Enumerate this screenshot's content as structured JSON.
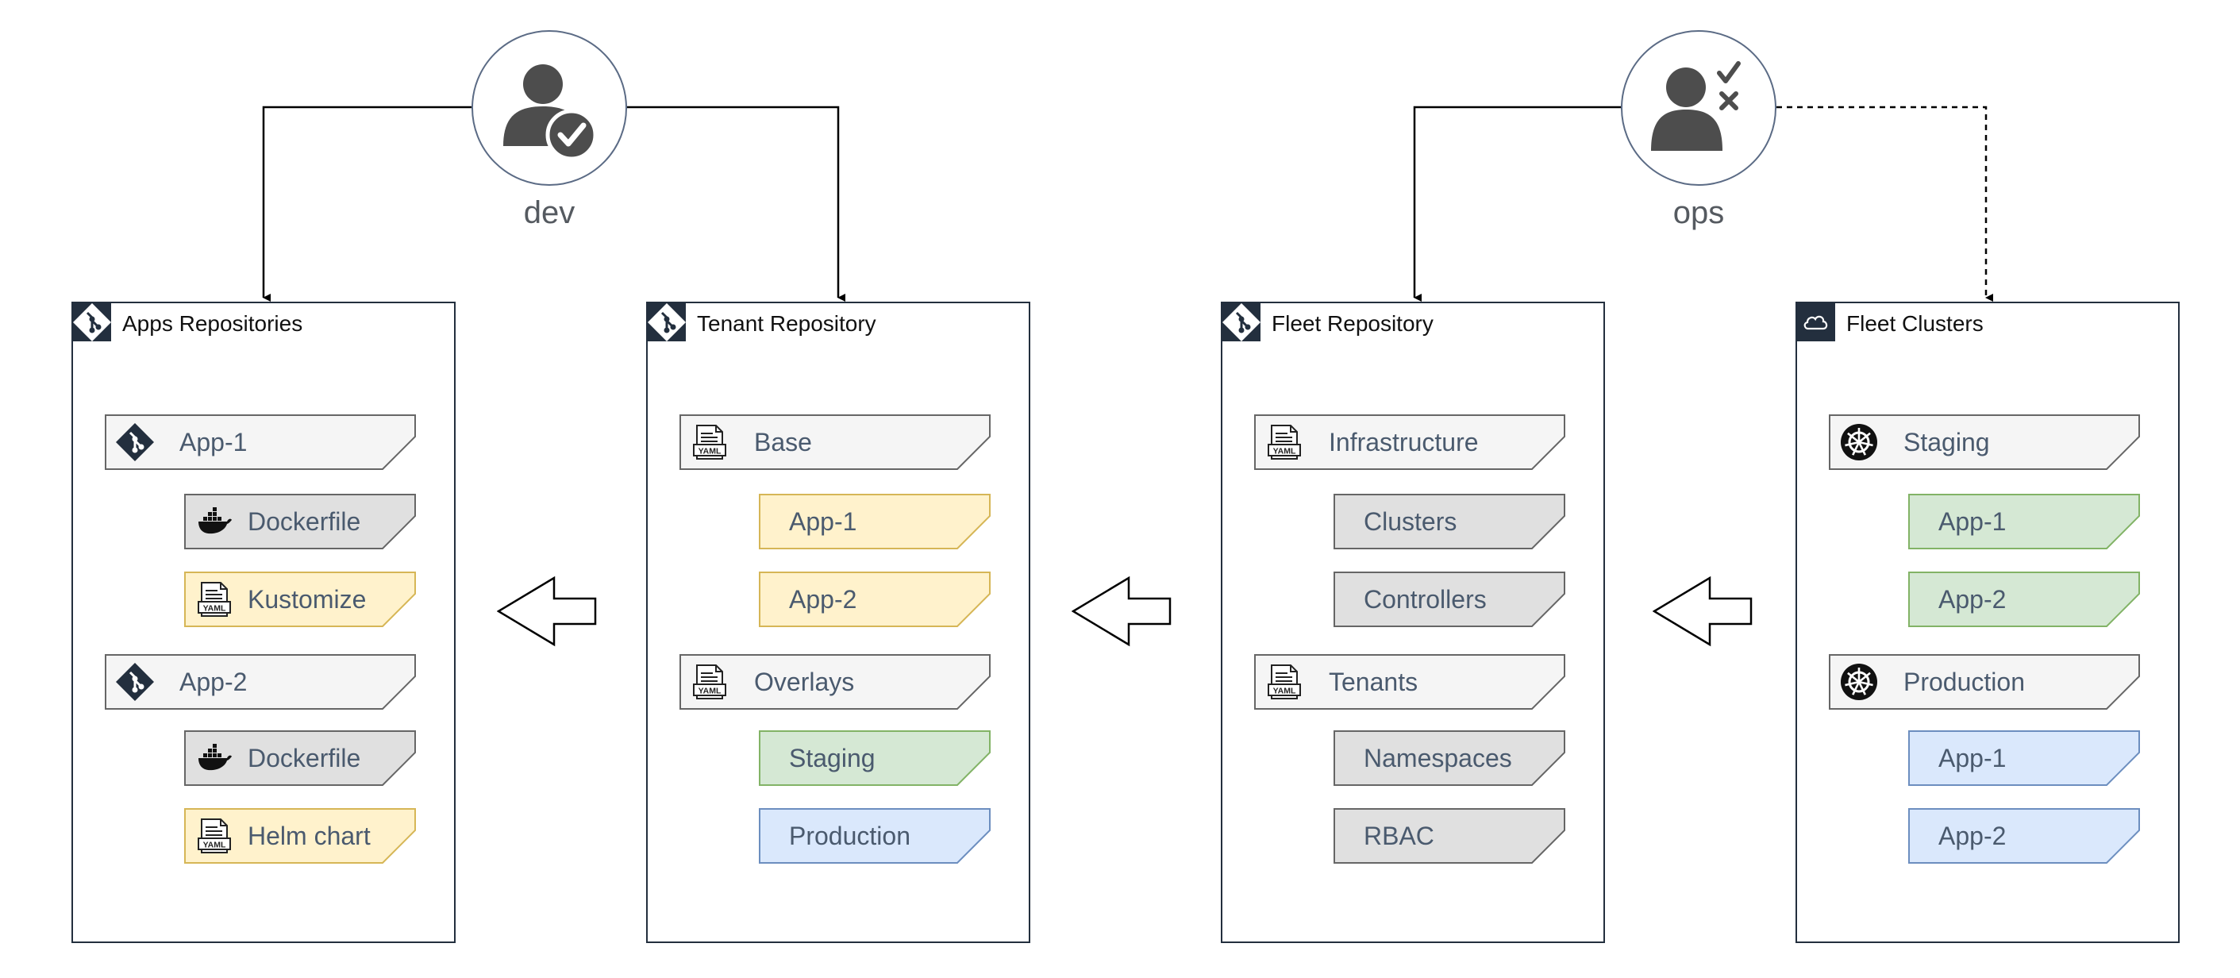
{
  "people": {
    "dev": {
      "label": "dev"
    },
    "ops": {
      "label": "ops"
    }
  },
  "containers": [
    {
      "title": "Apps Repositories",
      "icon": "git-icon",
      "items": [
        {
          "label": "App-1",
          "icon": "git-icon",
          "color": "#f5f5f5",
          "stroke": "#666666"
        },
        {
          "label": "Dockerfile",
          "icon": "docker-icon",
          "color": "#e0e0e0",
          "stroke": "#666666"
        },
        {
          "label": "Kustomize",
          "icon": "yaml-icon",
          "color": "#fff2cc",
          "stroke": "#d6b656"
        },
        {
          "label": "App-2",
          "icon": "git-icon",
          "color": "#f5f5f5",
          "stroke": "#666666"
        },
        {
          "label": "Dockerfile",
          "icon": "docker-icon",
          "color": "#e0e0e0",
          "stroke": "#666666"
        },
        {
          "label": "Helm chart",
          "icon": "yaml-icon",
          "color": "#fff2cc",
          "stroke": "#d6b656"
        }
      ]
    },
    {
      "title": "Tenant Repository",
      "icon": "git-icon",
      "items": [
        {
          "label": "Base",
          "icon": "yaml-icon",
          "color": "#f5f5f5",
          "stroke": "#666666"
        },
        {
          "label": "App-1",
          "icon": "",
          "color": "#fff2cc",
          "stroke": "#d6b656"
        },
        {
          "label": "App-2",
          "icon": "",
          "color": "#fff2cc",
          "stroke": "#d6b656"
        },
        {
          "label": "Overlays",
          "icon": "yaml-icon",
          "color": "#f5f5f5",
          "stroke": "#666666"
        },
        {
          "label": "Staging",
          "icon": "",
          "color": "#d5e8d4",
          "stroke": "#82b366"
        },
        {
          "label": "Production",
          "icon": "",
          "color": "#dae8fc",
          "stroke": "#6c8ebf"
        }
      ]
    },
    {
      "title": "Fleet Repository",
      "icon": "git-icon",
      "items": [
        {
          "label": "Infrastructure",
          "icon": "yaml-icon",
          "color": "#f5f5f5",
          "stroke": "#666666"
        },
        {
          "label": "Clusters",
          "icon": "",
          "color": "#e0e0e0",
          "stroke": "#666666"
        },
        {
          "label": "Controllers",
          "icon": "",
          "color": "#e0e0e0",
          "stroke": "#666666"
        },
        {
          "label": "Tenants",
          "icon": "yaml-icon",
          "color": "#f5f5f5",
          "stroke": "#666666"
        },
        {
          "label": "Namespaces",
          "icon": "",
          "color": "#e0e0e0",
          "stroke": "#666666"
        },
        {
          "label": "RBAC",
          "icon": "",
          "color": "#e0e0e0",
          "stroke": "#666666"
        }
      ]
    },
    {
      "title": "Fleet Clusters",
      "icon": "cloud-icon",
      "items": [
        {
          "label": "Staging",
          "icon": "kubernetes-icon",
          "color": "#f5f5f5",
          "stroke": "#666666"
        },
        {
          "label": "App-1",
          "icon": "",
          "color": "#d5e8d4",
          "stroke": "#82b366"
        },
        {
          "label": "App-2",
          "icon": "",
          "color": "#d5e8d4",
          "stroke": "#82b366"
        },
        {
          "label": "Production",
          "icon": "kubernetes-icon",
          "color": "#f5f5f5",
          "stroke": "#666666"
        },
        {
          "label": "App-1",
          "icon": "",
          "color": "#dae8fc",
          "stroke": "#6c8ebf"
        },
        {
          "label": "App-2",
          "icon": "",
          "color": "#dae8fc",
          "stroke": "#6c8ebf"
        }
      ]
    }
  ],
  "yaml_badge": "YAML"
}
